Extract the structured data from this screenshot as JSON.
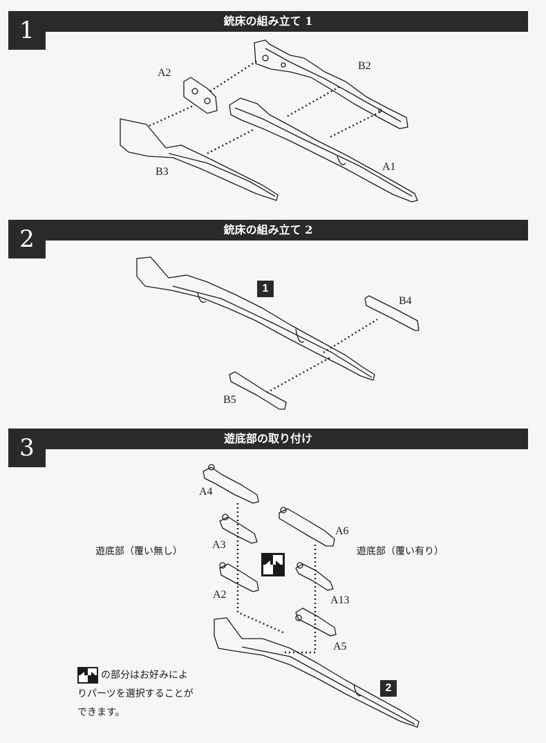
{
  "steps": [
    {
      "number": "1",
      "title": "銃床の組み立て 1"
    },
    {
      "number": "2",
      "title": "銃床の組み立て 2"
    },
    {
      "number": "3",
      "title": "遊底部の取り付け"
    }
  ],
  "step1_parts": {
    "a2": "A2",
    "b2": "B2",
    "b3": "B3",
    "a1": "A1"
  },
  "step2_parts": {
    "b4": "B4",
    "b5": "B5",
    "ref": "1"
  },
  "step3_parts": {
    "a4": "A4",
    "a3": "A3",
    "a2": "A2",
    "a6": "A6",
    "a13": "A13",
    "a5": "A5",
    "ref": "2"
  },
  "variants": {
    "uncovered": "遊底部（覆い無し）",
    "covered": "遊底部（覆い有り）"
  },
  "note": {
    "line1": "の部分はお好みによ",
    "line2": "りパーツを選択することが",
    "line3": "できます。"
  },
  "icons": [
    "choice-icon"
  ]
}
